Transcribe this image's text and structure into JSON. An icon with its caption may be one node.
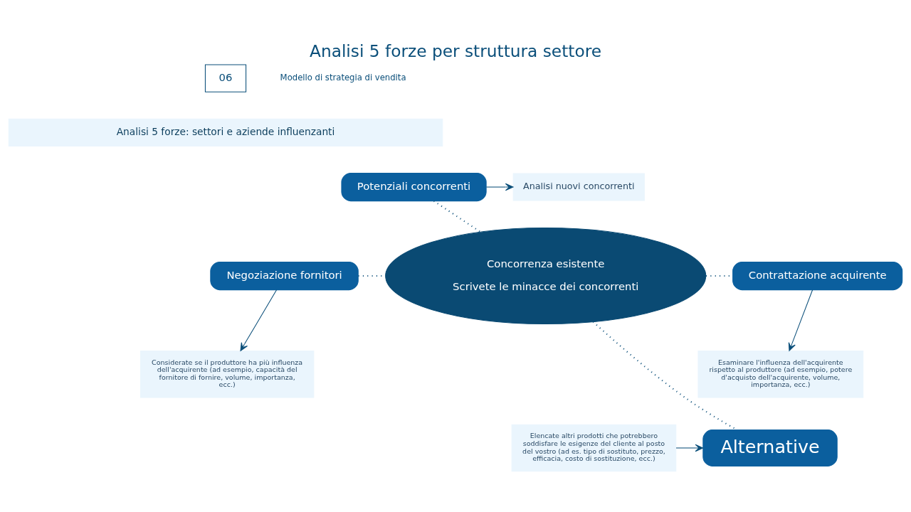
{
  "diagram": {
    "title": "Analisi 5 forze per struttura settore",
    "nodes": [
      {
        "text": [
          "06"
        ]
      },
      {
        "text": [
          "Analisi 5 forze: settori e aziende influenzanti"
        ]
      },
      {
        "text": [
          "Potenziali concorrenti"
        ]
      },
      {
        "text": [
          "Analisi nuovi concorrenti"
        ]
      },
      {
        "text": [
          "Considerate se il produttore ha più influenza dell'acquirente (ad esempio, capacità del fornitore di fornire, volume, importanza, ecc.)"
        ]
      },
      {
        "text": [
          "Negoziazione fornitori"
        ]
      },
      {
        "text": [
          "Concorrenza esistente",
          "Scrivete le minacce dei concorrenti"
        ]
      },
      {
        "text": [
          "Contrattazione acquirente"
        ]
      },
      {
        "text": [
          "Esaminare l'influenza dell'acquirente rispetto al produttore (ad esempio, potere d'acquisto dell'acquirente, volume, importanza, ecc.)"
        ]
      },
      {
        "text": [
          "Elencate altri prodotti che potrebbero soddisfare le esigenze del cliente al posto del vostro (ad es. tipo di sostituto, prezzo, efficacia, costo di sostituzione, ecc.)"
        ]
      },
      {
        "text": [
          "Alternative"
        ]
      }
    ],
    "edges": [
      {
        "from": 2,
        "to": 3,
        "arrow": "to"
      },
      {
        "from": 5,
        "to": 4,
        "arrow": "to"
      },
      {
        "from": 7,
        "to": 8,
        "arrow": "to"
      },
      {
        "from": 9,
        "to": 10,
        "arrow": "to"
      },
      {
        "from": 2,
        "to": 6,
        "arrow": "none",
        "style": "dashed"
      },
      {
        "from": 5,
        "to": 6,
        "arrow": "none",
        "style": "dashed"
      },
      {
        "from": 6,
        "to": 7,
        "arrow": "none",
        "style": "dashed"
      },
      {
        "from": 6,
        "to": 10,
        "arrow": "none",
        "style": "dashed"
      }
    ],
    "labels": [
      "Modello di strategia di vendita"
    ]
  }
}
